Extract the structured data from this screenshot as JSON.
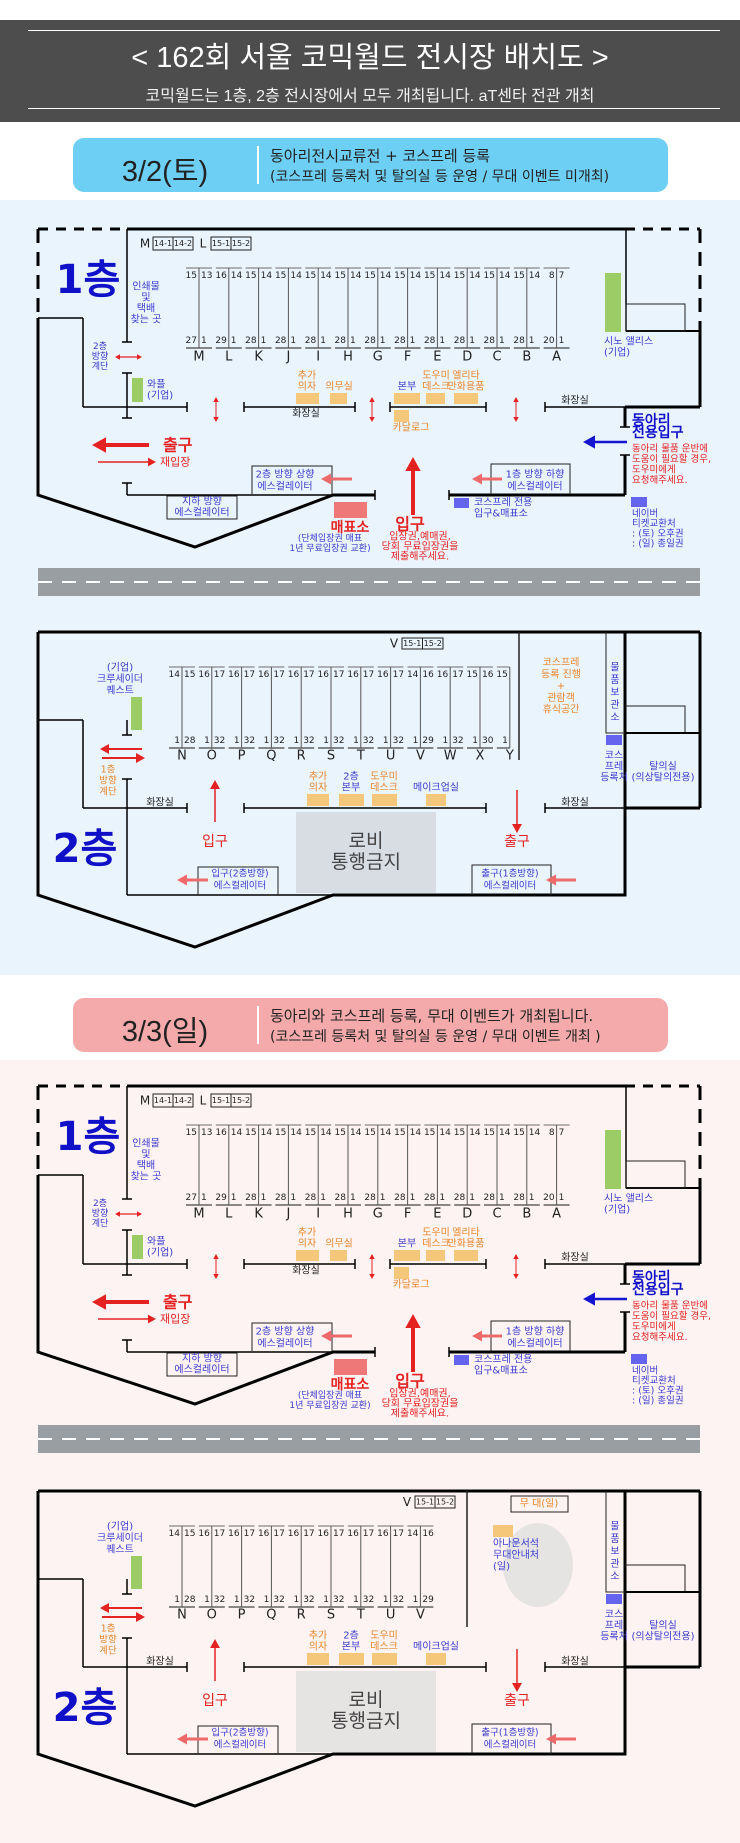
{
  "header": {
    "title": "< 162회 서울 코믹월드 전시장 배치도 >",
    "subtitle": "코믹월드는 1층, 2층 전시장에서 모두 개최됩니다. aT센타 전관 개최"
  },
  "colors": {
    "day1_banner": "#6ecff5",
    "day2_banner": "#f4a9aa",
    "floor_label": "#1010c8",
    "company_booth": "#9ccc65",
    "facility_box": "#f5c77a",
    "ticket_office": "#ee7777",
    "blue_marker": "#6464ee",
    "red": "#e52222"
  },
  "days": [
    {
      "date": "3/2(토)",
      "line1": "동아리전시교류전 + 코스프레 등록",
      "line2": "(코스프레 등록처 및 탈의실 등 운영 / 무대 이벤트 미개최)",
      "floor1": {
        "floor_label": "1층",
        "ref_m": "M",
        "ref_m_boxes": [
          "14-1",
          "14-2"
        ],
        "ref_l": "L",
        "ref_l_boxes": [
          "15-1",
          "15-2"
        ],
        "rows": [
          {
            "letter": "M",
            "top": [
              "15",
              "13"
            ],
            "bottom": [
              "27",
              "1"
            ]
          },
          {
            "letter": "L",
            "top": [
              "16",
              "14"
            ],
            "bottom": [
              "29",
              "1"
            ]
          },
          {
            "letter": "K",
            "top": [
              "15",
              "14"
            ],
            "bottom": [
              "28",
              "1"
            ]
          },
          {
            "letter": "J",
            "top": [
              "15",
              "14"
            ],
            "bottom": [
              "28",
              "1"
            ]
          },
          {
            "letter": "I",
            "top": [
              "15",
              "14"
            ],
            "bottom": [
              "28",
              "1"
            ]
          },
          {
            "letter": "H",
            "top": [
              "15",
              "14"
            ],
            "bottom": [
              "28",
              "1"
            ]
          },
          {
            "letter": "G",
            "top": [
              "15",
              "14"
            ],
            "bottom": [
              "28",
              "1"
            ]
          },
          {
            "letter": "F",
            "top": [
              "15",
              "14"
            ],
            "bottom": [
              "28",
              "1"
            ]
          },
          {
            "letter": "E",
            "top": [
              "15",
              "14"
            ],
            "bottom": [
              "28",
              "1"
            ]
          },
          {
            "letter": "D",
            "top": [
              "15",
              "14"
            ],
            "bottom": [
              "28",
              "1"
            ]
          },
          {
            "letter": "C",
            "top": [
              "15",
              "14"
            ],
            "bottom": [
              "28",
              "1"
            ]
          },
          {
            "letter": "B",
            "top": [
              "15",
              "14"
            ],
            "bottom": [
              "28",
              "1"
            ]
          },
          {
            "letter": "A",
            "top": [
              "8",
              "7"
            ],
            "bottom": [
              "20",
              "1"
            ]
          }
        ],
        "print_pickup": [
          "인쇄물",
          "및",
          "택배",
          "찾는 곳"
        ],
        "stairs": [
          "2층",
          "방향",
          "계단"
        ],
        "waffle": [
          "와플",
          "(기업)"
        ],
        "sino": [
          "시노 앨리스",
          "(기업)"
        ],
        "extra_chairs": [
          "추가",
          "의자"
        ],
        "infirmary": "의무실",
        "hq": "본부",
        "helper_desk": [
          "도우미",
          "데스크"
        ],
        "elita": [
          "엘리타",
          "만화용품"
        ],
        "catalog": "카달로그",
        "restroom": "화장실",
        "exit": "출구",
        "reentry": "재입장",
        "esc_up": [
          "2층 방향 상향",
          "에스컬레이터"
        ],
        "esc_basement": [
          "지하 방향",
          "에스컬레이터"
        ],
        "ticket_office": "매표소",
        "ticket_note": [
          "(단체입장권 매표",
          "1년 무료입장권 교환)"
        ],
        "entrance": "입구",
        "entrance_note": [
          "입장권,예매권,",
          "당회 무료입장권을",
          "제출해주세요."
        ],
        "esc_down": [
          "1층 방향 하향",
          "에스컬레이터"
        ],
        "cosplay_entry": [
          "코스프레 전용",
          "입구&매표소"
        ],
        "club_entry": [
          "동아리",
          "전용입구"
        ],
        "club_note": [
          "동아리 물품 운반에",
          "도움이 필요할 경우,",
          "도우미에게",
          "요청해주세요."
        ],
        "naver": [
          "네이버",
          "티켓교환처",
          ": (토) 오후권",
          ": (일) 종일권"
        ]
      },
      "floor2": {
        "floor_label": "2층",
        "ref_v": "V",
        "ref_v_boxes": [
          "15-1",
          "15-2"
        ],
        "rows": [
          {
            "letter": "N",
            "top": [
              "14",
              "15"
            ],
            "bottom": [
              "1",
              "28"
            ]
          },
          {
            "letter": "O",
            "top": [
              "16",
              "17"
            ],
            "bottom": [
              "1",
              "32"
            ]
          },
          {
            "letter": "P",
            "top": [
              "16",
              "17"
            ],
            "bottom": [
              "1",
              "32"
            ]
          },
          {
            "letter": "Q",
            "top": [
              "16",
              "17"
            ],
            "bottom": [
              "1",
              "32"
            ]
          },
          {
            "letter": "R",
            "top": [
              "16",
              "17"
            ],
            "bottom": [
              "1",
              "32"
            ]
          },
          {
            "letter": "S",
            "top": [
              "16",
              "17"
            ],
            "bottom": [
              "1",
              "32"
            ]
          },
          {
            "letter": "T",
            "top": [
              "16",
              "17"
            ],
            "bottom": [
              "1",
              "32"
            ]
          },
          {
            "letter": "U",
            "top": [
              "16",
              "17"
            ],
            "bottom": [
              "1",
              "32"
            ]
          },
          {
            "letter": "V",
            "top": [
              "14",
              "16"
            ],
            "bottom": [
              "1",
              "29"
            ]
          },
          {
            "letter": "W",
            "top": [
              "16",
              "17"
            ],
            "bottom": [
              "1",
              "32"
            ]
          },
          {
            "letter": "X",
            "top": [
              "15",
              "16"
            ],
            "bottom": [
              "1",
              "30"
            ]
          },
          {
            "letter": "Y",
            "top": [
              "15"
            ],
            "bottom": [
              "1"
            ]
          }
        ],
        "crusader": [
          "(기업)",
          "크루세이더",
          "퀘스트"
        ],
        "stairs": [
          "1층",
          "방향",
          "계단"
        ],
        "restroom": "화장실",
        "extra_chairs": [
          "추가",
          "의자"
        ],
        "hq": [
          "2층",
          "본부"
        ],
        "helper_desk": [
          "도우미",
          "데스크"
        ],
        "makeup": "메이크업실",
        "cos_rest": [
          "코스프레",
          "등록 진행",
          "+",
          "관람객",
          "휴식공간"
        ],
        "storage": [
          "물",
          "품",
          "보",
          "관",
          "소"
        ],
        "cos_reg": [
          "코스",
          "프레",
          "등록처"
        ],
        "dressing": [
          "탈의실",
          "(의상탈의전용)"
        ],
        "lobby": [
          "로비",
          "통행금지"
        ],
        "entrance": "입구",
        "exit": "출구",
        "esc_in": [
          "입구(2층방향)",
          "에스컬레이터"
        ],
        "esc_out": [
          "출구(1층방향)",
          "에스컬레이터"
        ]
      }
    },
    {
      "date": "3/3(일)",
      "line1": "동아리와  코스프레 등록, 무대 이벤트가 개최됩니다.",
      "line2": "(코스프레 등록처 및 탈의실 등 운영 / 무대 이벤트 개최 )",
      "floor1": {
        "floor_label": "1층",
        "ref_m": "M",
        "ref_m_boxes": [
          "14-1",
          "14-2"
        ],
        "ref_l": "L",
        "ref_l_boxes": [
          "15-1",
          "15-2"
        ],
        "rows": [
          {
            "letter": "M",
            "top": [
              "15",
              "13"
            ],
            "bottom": [
              "27",
              "1"
            ]
          },
          {
            "letter": "L",
            "top": [
              "16",
              "14"
            ],
            "bottom": [
              "29",
              "1"
            ]
          },
          {
            "letter": "K",
            "top": [
              "15",
              "14"
            ],
            "bottom": [
              "28",
              "1"
            ]
          },
          {
            "letter": "J",
            "top": [
              "15",
              "14"
            ],
            "bottom": [
              "28",
              "1"
            ]
          },
          {
            "letter": "I",
            "top": [
              "15",
              "14"
            ],
            "bottom": [
              "28",
              "1"
            ]
          },
          {
            "letter": "H",
            "top": [
              "15",
              "14"
            ],
            "bottom": [
              "28",
              "1"
            ]
          },
          {
            "letter": "G",
            "top": [
              "15",
              "14"
            ],
            "bottom": [
              "28",
              "1"
            ]
          },
          {
            "letter": "F",
            "top": [
              "15",
              "14"
            ],
            "bottom": [
              "28",
              "1"
            ]
          },
          {
            "letter": "E",
            "top": [
              "15",
              "14"
            ],
            "bottom": [
              "28",
              "1"
            ]
          },
          {
            "letter": "D",
            "top": [
              "15",
              "14"
            ],
            "bottom": [
              "28",
              "1"
            ]
          },
          {
            "letter": "C",
            "top": [
              "15",
              "14"
            ],
            "bottom": [
              "28",
              "1"
            ]
          },
          {
            "letter": "B",
            "top": [
              "15",
              "14"
            ],
            "bottom": [
              "28",
              "1"
            ]
          },
          {
            "letter": "A",
            "top": [
              "8",
              "7"
            ],
            "bottom": [
              "20",
              "1"
            ]
          }
        ],
        "print_pickup": [
          "인쇄물",
          "및",
          "택배",
          "찾는 곳"
        ],
        "stairs": [
          "2층",
          "방향",
          "계단"
        ],
        "waffle": [
          "와플",
          "(기업)"
        ],
        "sino": [
          "시노 앨리스",
          "(기업)"
        ],
        "extra_chairs": [
          "추가",
          "의자"
        ],
        "infirmary": "의무실",
        "hq": "본부",
        "helper_desk": [
          "도우미",
          "데스크"
        ],
        "elita": [
          "엘리타",
          "만화용품"
        ],
        "catalog": "카달로그",
        "restroom": "화장실",
        "exit": "출구",
        "reentry": "재입장",
        "esc_up": [
          "2층 방향 상향",
          "에스컬레이터"
        ],
        "esc_basement": [
          "지하 방향",
          "에스컬레이터"
        ],
        "ticket_office": "매표소",
        "ticket_note": [
          "(단체입장권 매표",
          "1년 무료입장권 교환)"
        ],
        "entrance": "입구",
        "entrance_note": [
          "입장권,예매권,",
          "당회 무료입장권을",
          "제출해주세요."
        ],
        "esc_down": [
          "1층 방향 하향",
          "에스컬레이터"
        ],
        "cosplay_entry": [
          "코스프레 전용",
          "입구&매표소"
        ],
        "club_entry": [
          "동아리",
          "전용입구"
        ],
        "club_note": [
          "동아리 물품 운반에",
          "도움이 필요할 경우,",
          "도우미에게",
          "요청해주세요."
        ],
        "naver": [
          "네이버",
          "티켓교환처",
          ": (토) 오후권",
          ": (일) 종일권"
        ]
      },
      "floor2": {
        "floor_label": "2층",
        "ref_v": "V",
        "ref_v_boxes": [
          "15-1",
          "15-2"
        ],
        "rows": [
          {
            "letter": "N",
            "top": [
              "14",
              "15"
            ],
            "bottom": [
              "1",
              "28"
            ]
          },
          {
            "letter": "O",
            "top": [
              "16",
              "17"
            ],
            "bottom": [
              "1",
              "32"
            ]
          },
          {
            "letter": "P",
            "top": [
              "16",
              "17"
            ],
            "bottom": [
              "1",
              "32"
            ]
          },
          {
            "letter": "Q",
            "top": [
              "16",
              "17"
            ],
            "bottom": [
              "1",
              "32"
            ]
          },
          {
            "letter": "R",
            "top": [
              "16",
              "17"
            ],
            "bottom": [
              "1",
              "32"
            ]
          },
          {
            "letter": "S",
            "top": [
              "16",
              "17"
            ],
            "bottom": [
              "1",
              "32"
            ]
          },
          {
            "letter": "T",
            "top": [
              "16",
              "17"
            ],
            "bottom": [
              "1",
              "32"
            ]
          },
          {
            "letter": "U",
            "top": [
              "16",
              "17"
            ],
            "bottom": [
              "1",
              "32"
            ]
          },
          {
            "letter": "V",
            "top": [
              "14",
              "16"
            ],
            "bottom": [
              "1",
              "29"
            ]
          }
        ],
        "crusader": [
          "(기업)",
          "크루세이더",
          "퀘스트"
        ],
        "stairs": [
          "1층",
          "방향",
          "계단"
        ],
        "restroom": "화장실",
        "extra_chairs": [
          "추가",
          "의자"
        ],
        "hq": [
          "2층",
          "본부"
        ],
        "helper_desk": [
          "도우미",
          "데스크"
        ],
        "makeup": "메이크업실",
        "stage": "무 대(일)",
        "announcer": [
          "아나운서석",
          "무대안내처",
          "(일)"
        ],
        "storage": [
          "물",
          "품",
          "보",
          "관",
          "소"
        ],
        "cos_reg": [
          "코스",
          "프레",
          "등록처"
        ],
        "dressing": [
          "탈의실",
          "(의상탈의전용)"
        ],
        "lobby": [
          "로비",
          "통행금지"
        ],
        "entrance": "입구",
        "exit": "출구",
        "esc_in": [
          "입구(2층방향)",
          "에스컬레이터"
        ],
        "esc_out": [
          "출구(1층방향)",
          "에스컬레이터"
        ]
      }
    }
  ]
}
